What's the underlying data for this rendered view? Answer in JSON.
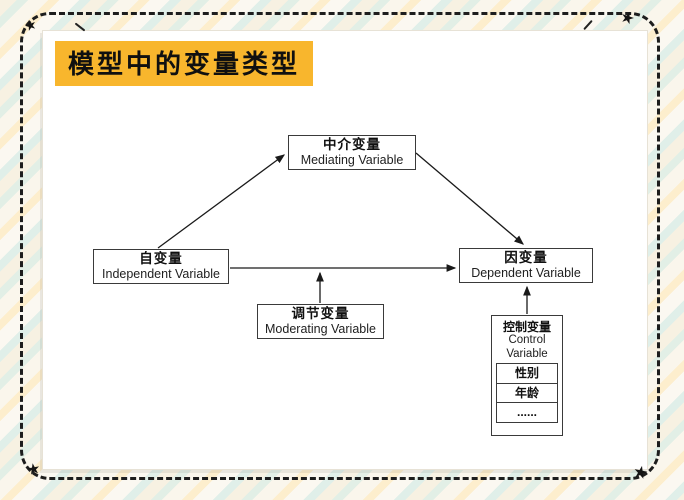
{
  "page": {
    "title": "模型中的变量类型"
  },
  "colors": {
    "title_highlight": "#F8B62D",
    "card_background": "#FFFFFF",
    "line_color": "#1A1A1A"
  },
  "diagram": {
    "nodes": {
      "mediating": {
        "zh": "中介变量",
        "en": "Mediating Variable"
      },
      "independent": {
        "zh": "自变量",
        "en": "Independent Variable"
      },
      "dependent": {
        "zh": "因变量",
        "en": "Dependent Variable"
      },
      "moderating": {
        "zh": "调节变量",
        "en": "Moderating Variable"
      },
      "control": {
        "zh": "控制变量",
        "en": "Control Variable"
      }
    },
    "control_items": [
      "性别",
      "年龄",
      "......"
    ],
    "edges": [
      {
        "from": "independent",
        "to": "mediating"
      },
      {
        "from": "mediating",
        "to": "dependent"
      },
      {
        "from": "independent",
        "to": "dependent"
      },
      {
        "from": "moderating",
        "to": "independent-dependent-arrow"
      },
      {
        "from": "control",
        "to": "dependent"
      }
    ]
  },
  "decorations": {
    "star": "★"
  }
}
